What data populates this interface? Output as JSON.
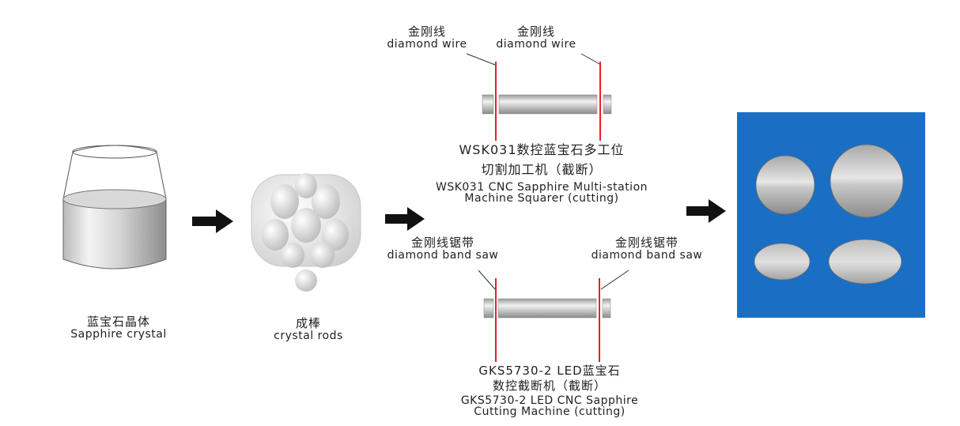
{
  "stage1": {
    "label_cn": "蓝宝石晶体",
    "label_en": "Sapphire crystal"
  },
  "stage2": {
    "label_cn": "成棒",
    "label_en": "crystal rods"
  },
  "top_machine": {
    "wire_left_cn": "金刚线",
    "wire_left_en": "diamond wire",
    "wire_right_cn": "金刚线",
    "wire_right_en": "diamond wire",
    "title_cn_line1": "WSK031数控蓝宝石多工位",
    "title_cn_line2": "切割加工机（截断）",
    "title_en_line1": "WSK031 CNC Sapphire Multi-station",
    "title_en_line2": "Machine Squarer (cutting)"
  },
  "bottom_machine": {
    "saw_left_cn": "金刚线锯带",
    "saw_left_en": "diamond band saw",
    "saw_right_cn": "金刚线锯带",
    "saw_right_en": "diamond band saw",
    "title_cn_line1": "GKS5730-2 LED蓝宝石",
    "title_cn_line2": "数控截断机（截断）",
    "title_en_line1": "GKS5730-2 LED CNC Sapphire",
    "title_en_line2": "Cutting Machine (cutting)"
  },
  "colors": {
    "cut_line": "#e8202a",
    "arrow": "#111111",
    "result_bg": "#1a6fc4",
    "rod_light": "#f2f2f2",
    "rod_dark": "#9a9a9a"
  }
}
